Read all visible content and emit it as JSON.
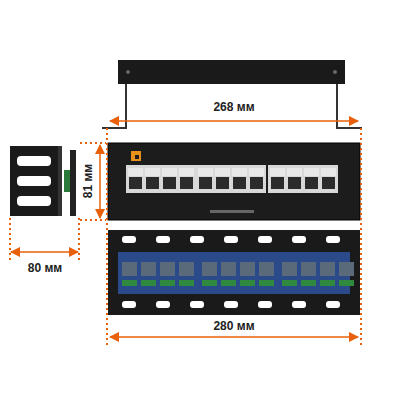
{
  "diagram": {
    "labels": [
      "268 мм",
      "81 мм",
      "80 мм",
      "280 мм"
    ]
  }
}
